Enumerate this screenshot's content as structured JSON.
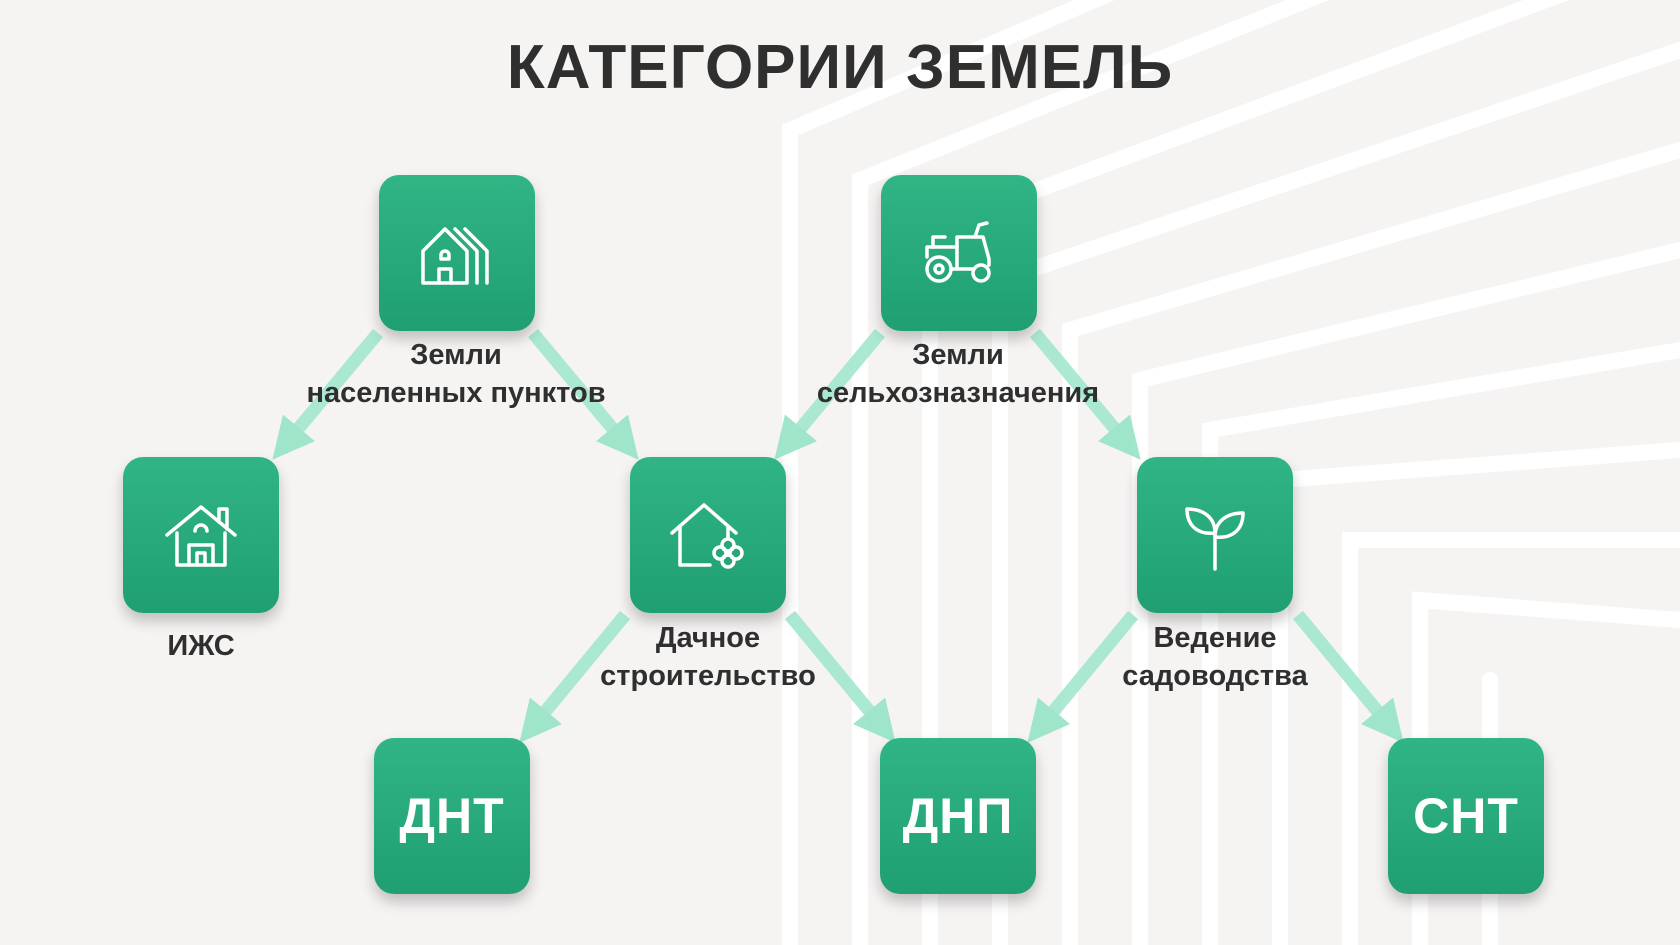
{
  "title": "КАТЕГОРИИ ЗЕМЕЛЬ",
  "colors": {
    "node": "#23a577",
    "arrow": "#a6e8d0",
    "text": "#2f2f2f",
    "background": "#f6f4f3"
  },
  "nodes": {
    "settlements": {
      "icon": "buildings-icon",
      "label_line1": "Земли",
      "label_line2": "населенных пунктов"
    },
    "agricultural": {
      "icon": "tractor-icon",
      "label_line1": "Земли",
      "label_line2": "сельхозназначения"
    },
    "izhs": {
      "icon": "house-icon",
      "label_line1": "ИЖС"
    },
    "dacha": {
      "icon": "house-flower-icon",
      "label_line1": "Дачное",
      "label_line2": "строительство"
    },
    "gardening": {
      "icon": "sprout-icon",
      "label_line1": "Ведение",
      "label_line2": "садоводства"
    },
    "dnt": {
      "code": "ДНТ"
    },
    "dnp": {
      "code": "ДНП"
    },
    "snt": {
      "code": "СНТ"
    }
  }
}
